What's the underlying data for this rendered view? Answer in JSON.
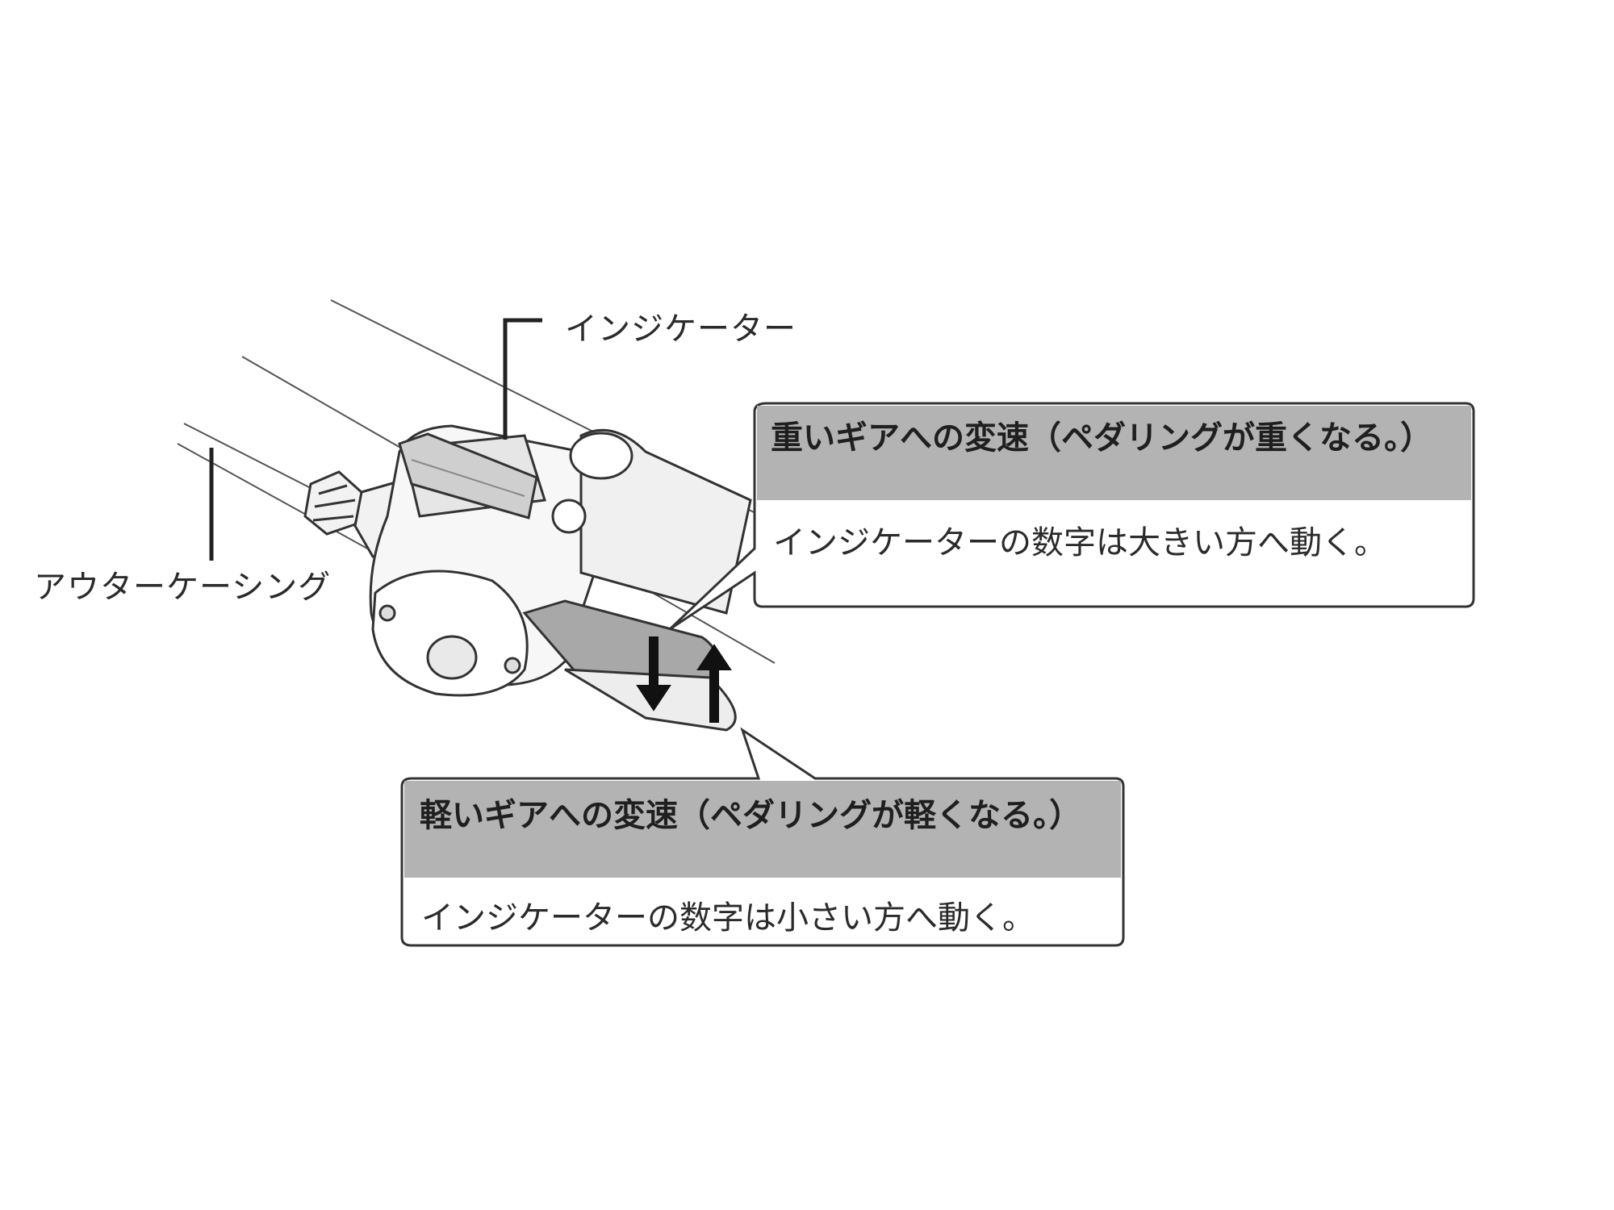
{
  "labels": {
    "indicator": "インジケーター",
    "outer_casing": "アウターケーシング"
  },
  "callouts": {
    "heavy": {
      "title": "重いギアへの変速（ペダリングが重くなる。）",
      "body": "インジケーターの数字は大きい方へ動く。"
    },
    "light": {
      "title": "軽いギアへの変速（ペダリングが軽くなる。）",
      "body": "インジケーターの数字は小さい方へ動く。"
    }
  },
  "colors": {
    "callout_header": "#b3b3b3",
    "line": "#333333",
    "lever_dark": "#a8a8a8"
  }
}
